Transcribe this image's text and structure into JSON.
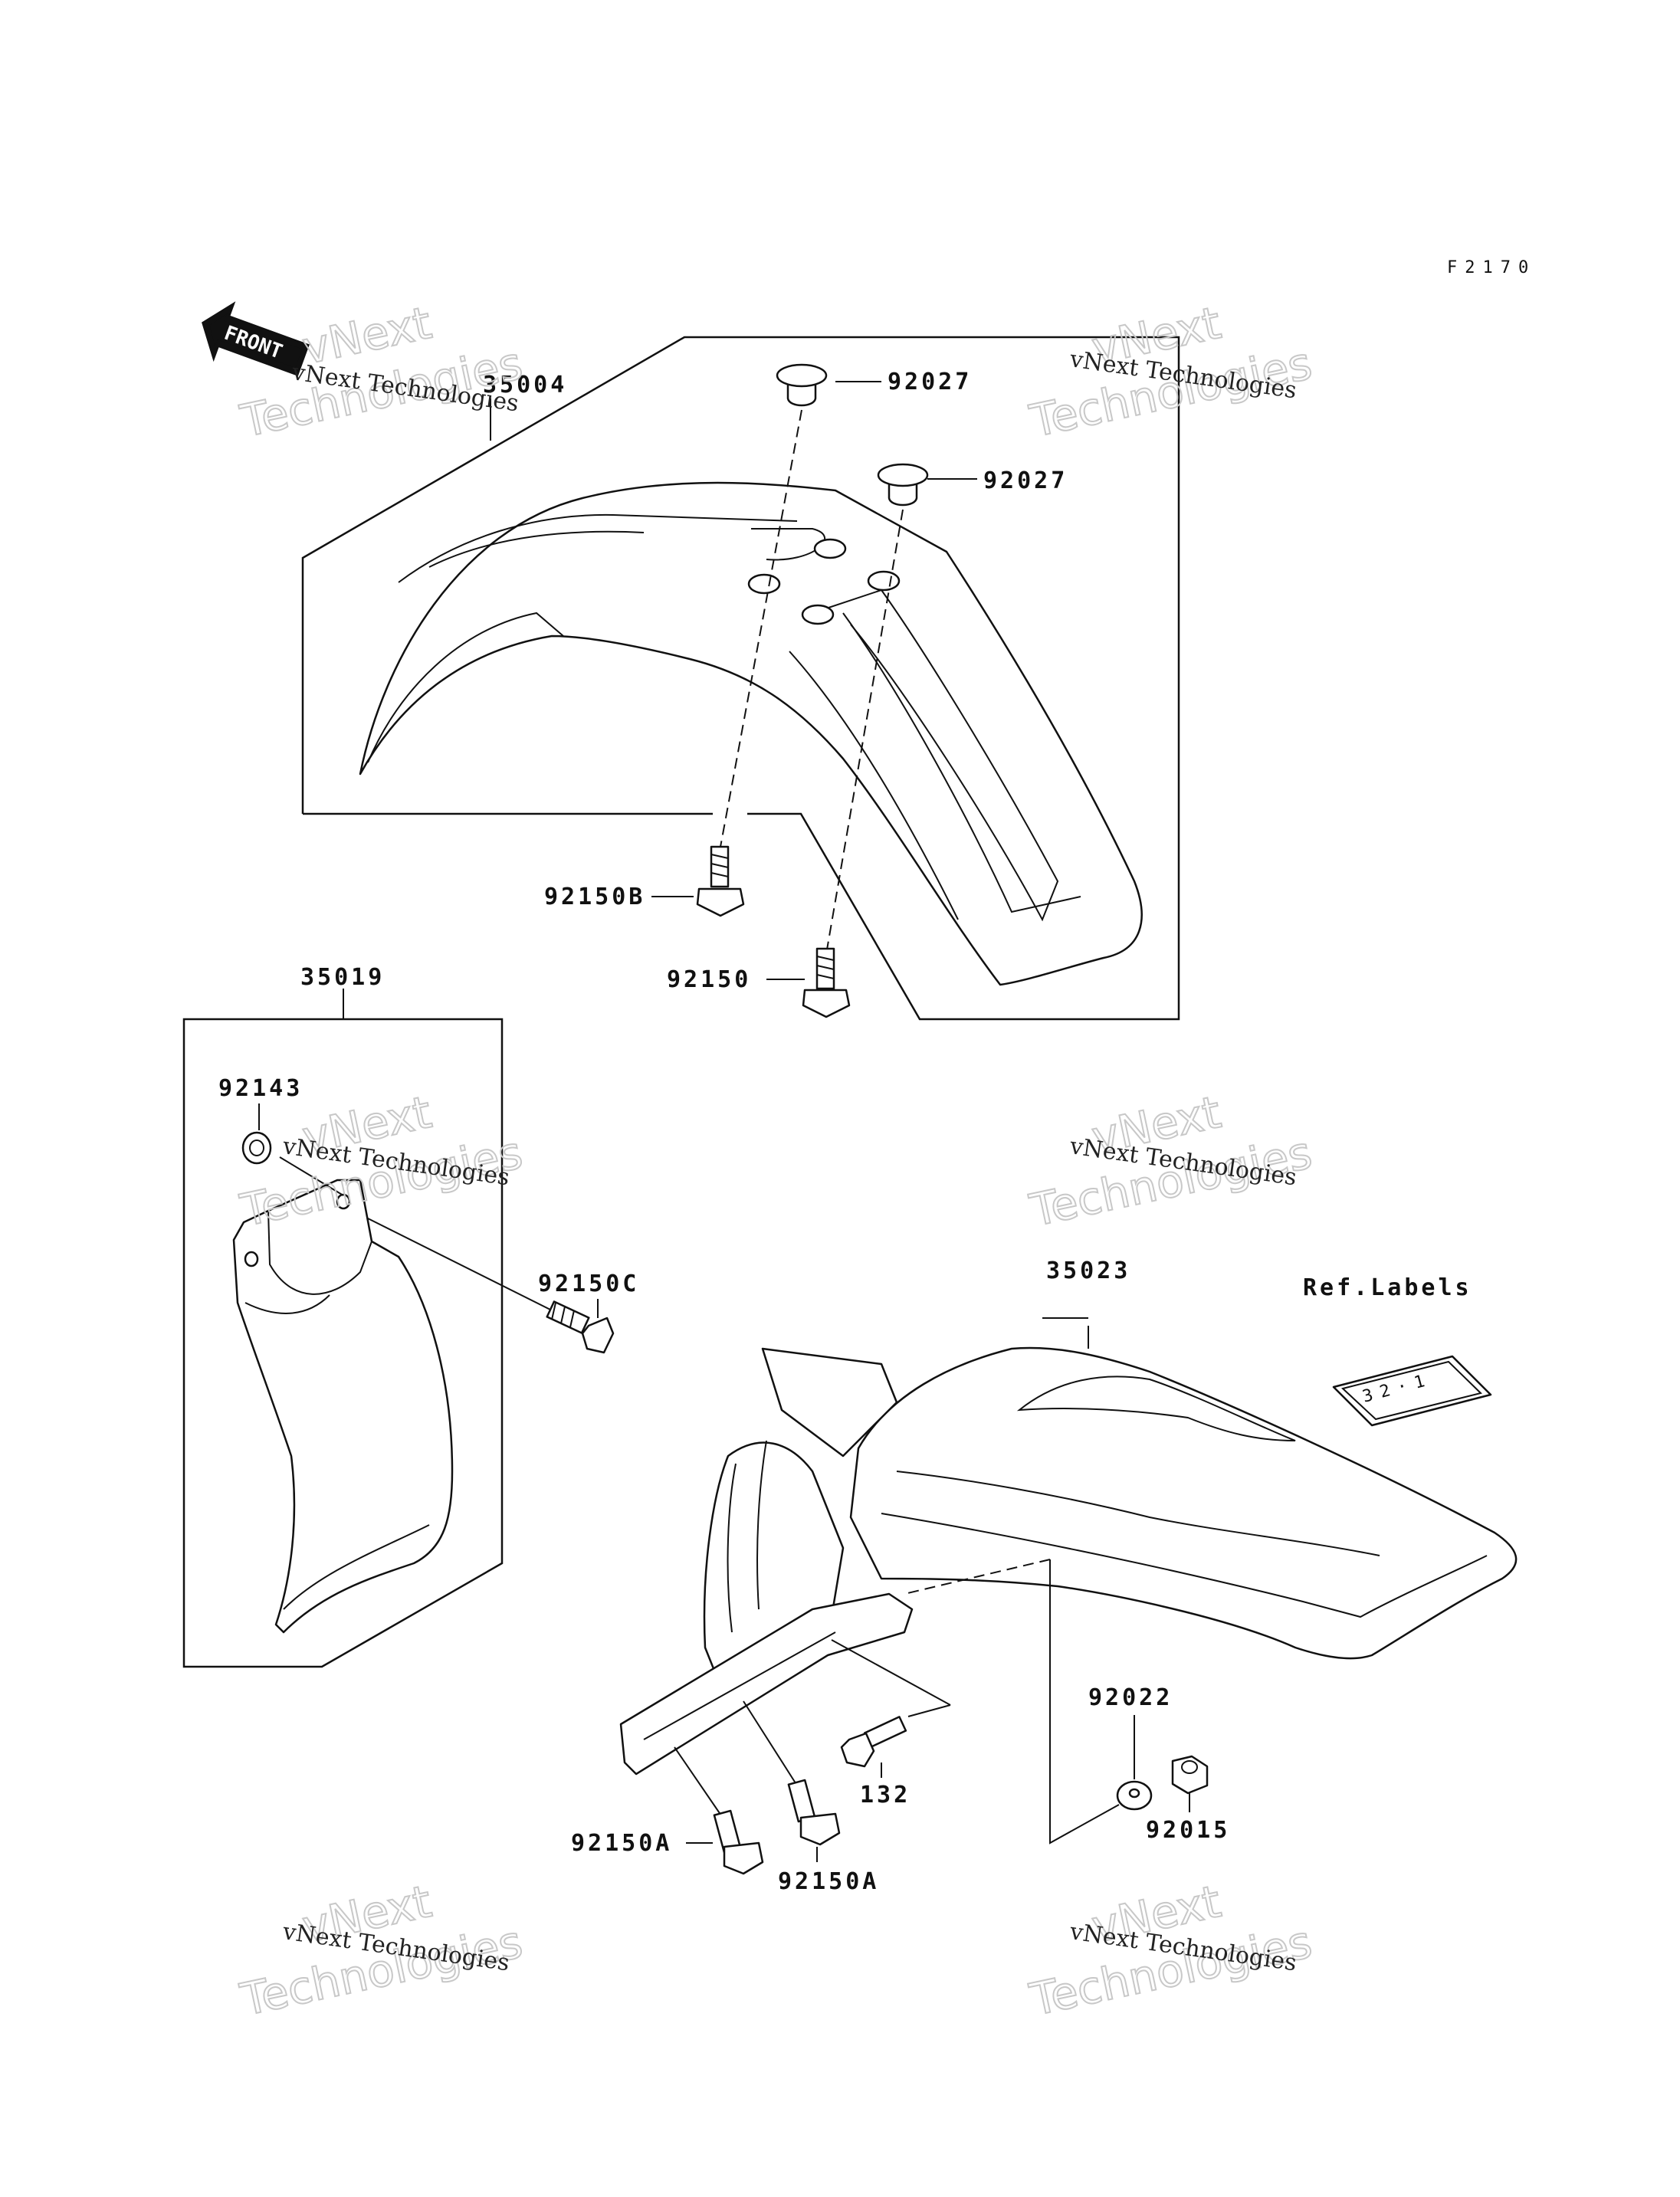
{
  "diagram_code": "F2170",
  "direction_arrow": "FRONT",
  "watermark": {
    "line1": "vNext",
    "line2": "Technologies",
    "full": "vNext Technologies"
  },
  "parts": {
    "front_fender": "35004",
    "cap_top_left": "92027",
    "cap_top_right": "92027",
    "bolt_front_left": "92150B",
    "bolt_front_right": "92150",
    "mud_flap_assembly": "35019",
    "grommet": "92143",
    "bolt_flap": "92150C",
    "rear_fender": "35023",
    "ref_labels": "Ref.Labels",
    "washer": "92022",
    "nut": "92015",
    "bolt_rear_mid": "132",
    "bolt_rear_left": "92150A",
    "bolt_rear_center": "92150A"
  },
  "label_decal_text": "32·1"
}
